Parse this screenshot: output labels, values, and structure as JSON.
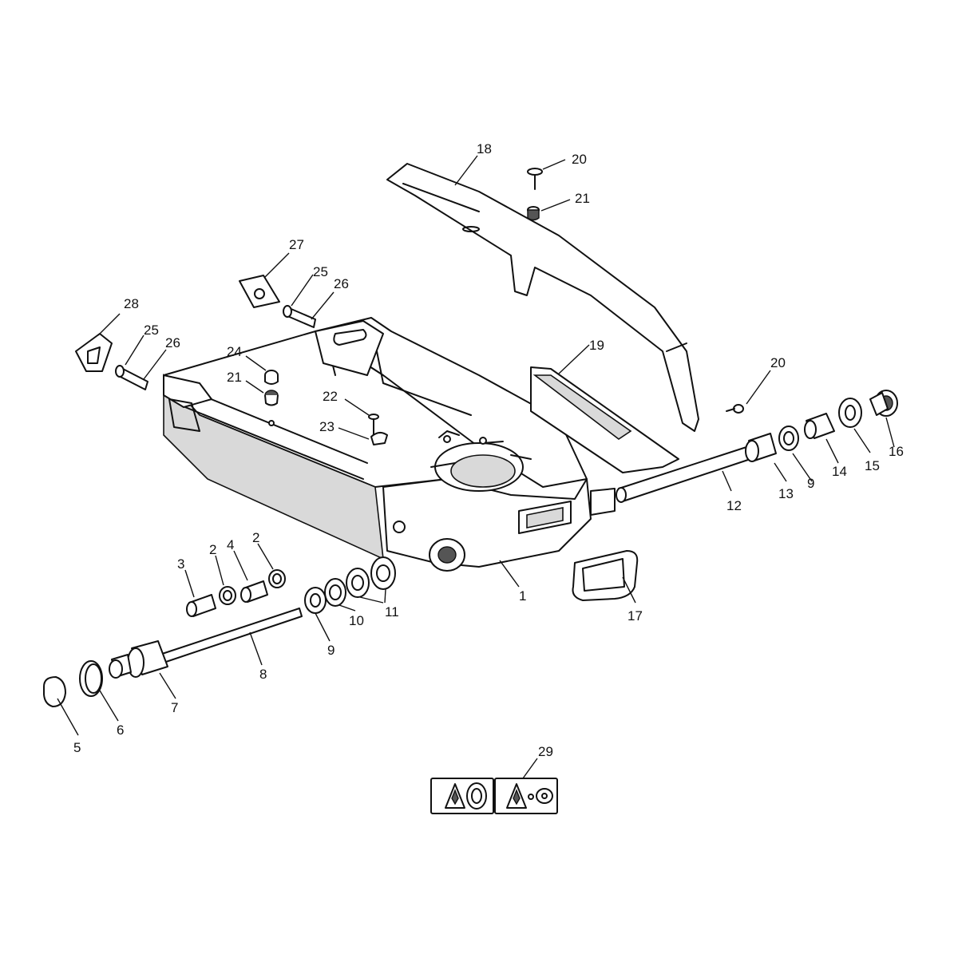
{
  "callouts": {
    "c1": "1",
    "c2a": "2",
    "c2b": "2",
    "c3": "3",
    "c4": "4",
    "c5": "5",
    "c6": "6",
    "c7": "7",
    "c8": "8",
    "c9a": "9",
    "c9b": "9",
    "c10": "10",
    "c11": "11",
    "c12": "12",
    "c13": "13",
    "c14": "14",
    "c15": "15",
    "c16": "16",
    "c17": "17",
    "c18": "18",
    "c19": "19",
    "c20a": "20",
    "c20b": "20",
    "c21a": "21",
    "c21b": "21",
    "c22": "22",
    "c23": "23",
    "c24": "24",
    "c25a": "25",
    "c25b": "25",
    "c26a": "26",
    "c26b": "26",
    "c27": "27",
    "c28": "28",
    "c29": "29"
  },
  "icons": {
    "warning_box_left": "warning-triangle-sprocket-icon",
    "warning_box_right": "warning-triangle-chain-icon"
  },
  "colors": {
    "ink": "#111111",
    "background": "#ffffff"
  }
}
